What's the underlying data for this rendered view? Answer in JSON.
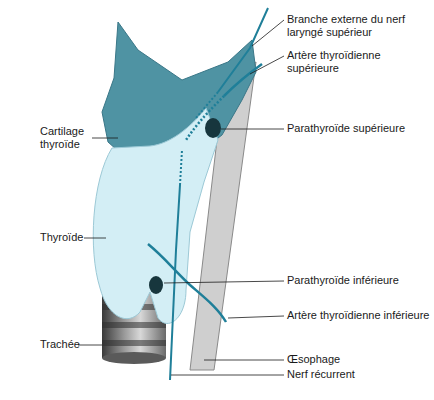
{
  "diagram": {
    "labels": [
      "Branche externe du nerf laryngé supérieur",
      "Artère thyroïdienne supérieure",
      "Cartilage thyroïde",
      "Parathyroïde supérieure",
      "Thyroïde",
      "Parathyroïde inférieure",
      "Artère thyroïdienne inférieure",
      "Trachée",
      "Œsophage",
      "Nerf récurrent"
    ]
  }
}
